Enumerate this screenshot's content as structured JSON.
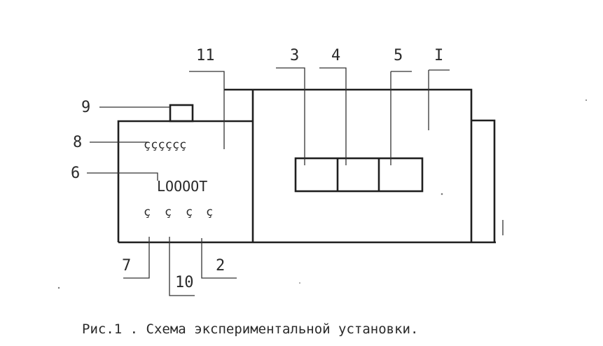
{
  "labels": {
    "n11": "11",
    "n3": "3",
    "n4": "4",
    "n5": "5",
    "nI": "I",
    "n9": "9",
    "n8": "8",
    "n6": "6",
    "n7": "7",
    "n10": "10",
    "n2": "2"
  },
  "panel": {
    "knobs_row8": "çççççç",
    "switches_row6": "LOOOOT",
    "knobs_lower": [
      "ç",
      "ç",
      "ç",
      "ç"
    ]
  },
  "caption": "Рис.1 . Схема экспериментальной установки."
}
